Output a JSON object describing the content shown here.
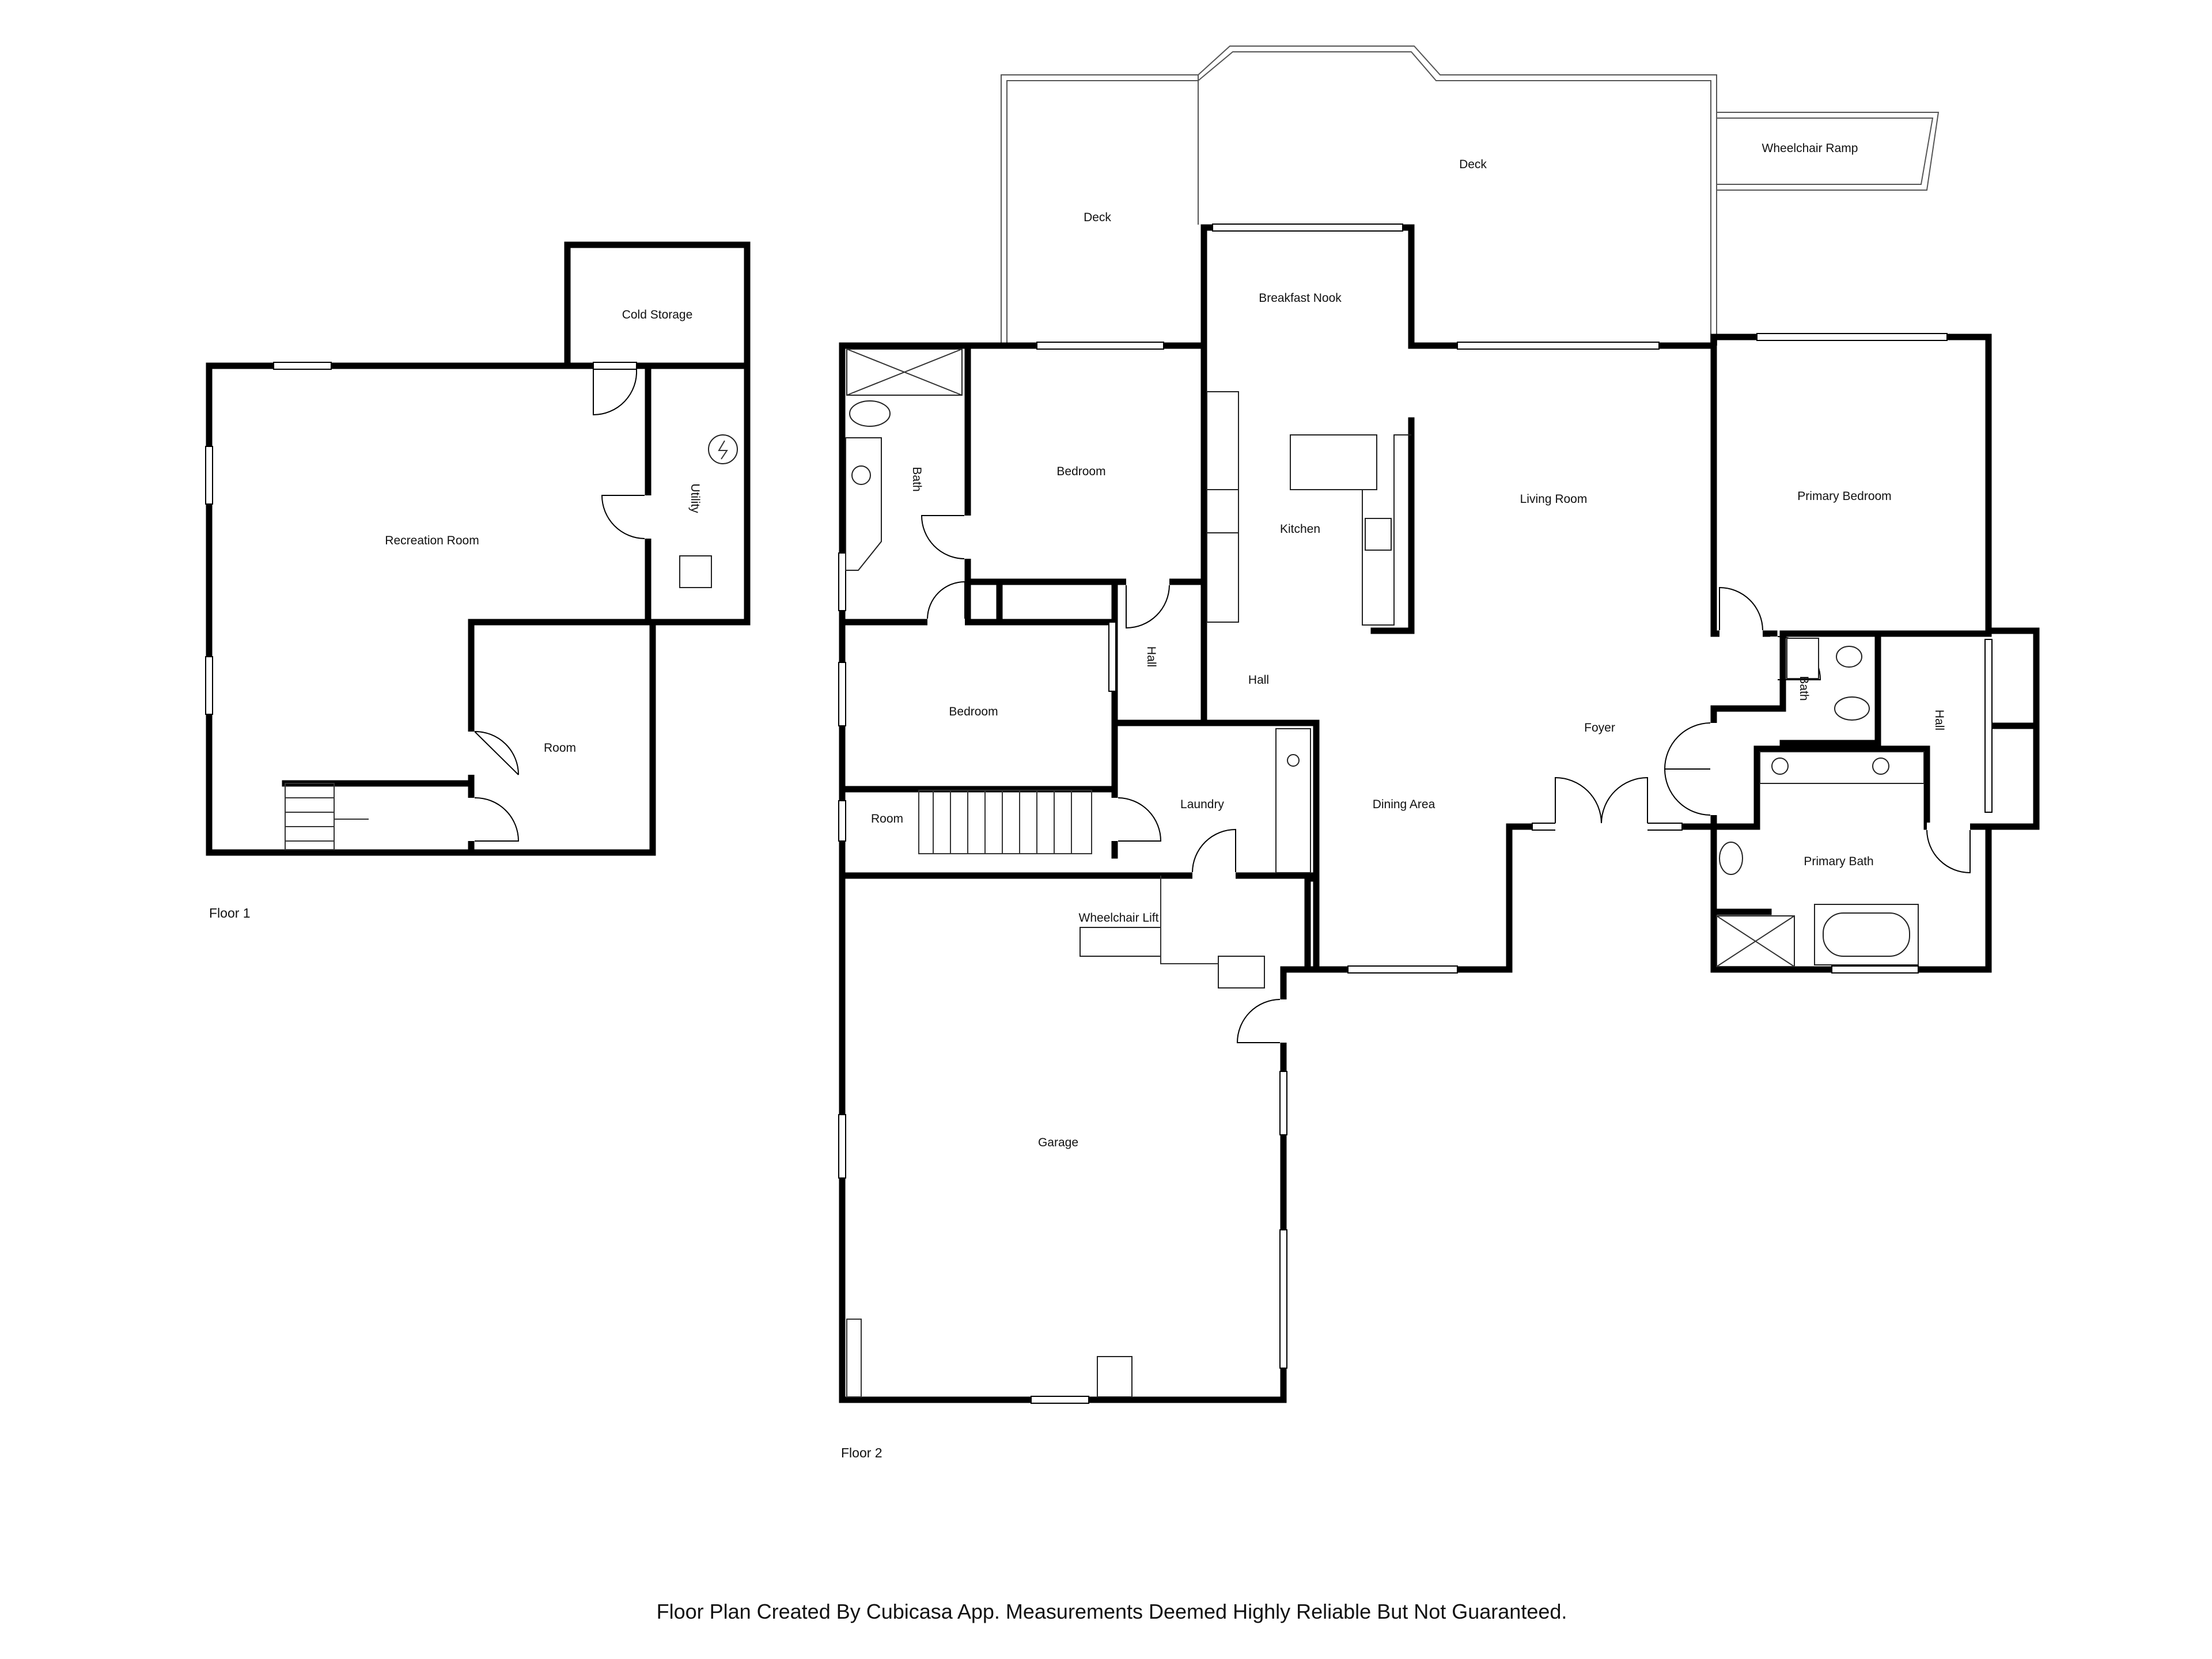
{
  "floor1": {
    "label": "Floor 1",
    "rooms": {
      "recreation_room": "Recreation Room",
      "cold_storage": "Cold Storage",
      "utility": "Utility",
      "room": "Room"
    }
  },
  "floor2": {
    "label": "Floor 2",
    "rooms": {
      "deck_left": "Deck",
      "deck_right": "Deck",
      "wheelchair_ramp": "Wheelchair Ramp",
      "breakfast_nook": "Breakfast Nook",
      "bath_left": "Bath",
      "bedroom_upper": "Bedroom",
      "kitchen": "Kitchen",
      "living_room": "Living Room",
      "primary_bedroom": "Primary Bedroom",
      "hall_left": "Hall",
      "hall_center": "Hall",
      "bedroom_lower": "Bedroom",
      "foyer": "Foyer",
      "bath_right": "Bath",
      "hall_right": "Hall",
      "laundry": "Laundry",
      "dining_area": "Dining Area",
      "room": "Room",
      "primary_bath": "Primary Bath",
      "wheelchair_lift": "Wheelchair Lift",
      "garage": "Garage"
    }
  },
  "footer": {
    "text": "Floor Plan Created By Cubicasa App. Measurements Deemed Highly Reliable But Not Guaranteed."
  }
}
